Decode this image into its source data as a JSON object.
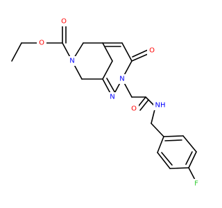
{
  "colors": {
    "carbon_bond": "#000000",
    "oxygen": "#ff0000",
    "nitrogen": "#0000ff",
    "fluorine": "#33cc33",
    "background": "#ffffff"
  },
  "atoms": [
    {
      "id": "o_ester_1",
      "label": "O",
      "element": "oxygen"
    },
    {
      "id": "o_carbonyl_1",
      "label": "O",
      "element": "oxygen"
    },
    {
      "id": "n_ring_piperidine",
      "label": "N",
      "element": "nitrogen"
    },
    {
      "id": "o_ring_keto",
      "label": "O",
      "element": "oxygen"
    },
    {
      "id": "n_ring_1",
      "label": "N",
      "element": "nitrogen"
    },
    {
      "id": "n_ring_2",
      "label": "N",
      "element": "nitrogen"
    },
    {
      "id": "o_amide",
      "label": "O",
      "element": "oxygen"
    },
    {
      "id": "nh_amide",
      "label": "NH",
      "element": "nitrogen"
    },
    {
      "id": "f_substituent",
      "label": "F",
      "element": "fluorine"
    }
  ]
}
